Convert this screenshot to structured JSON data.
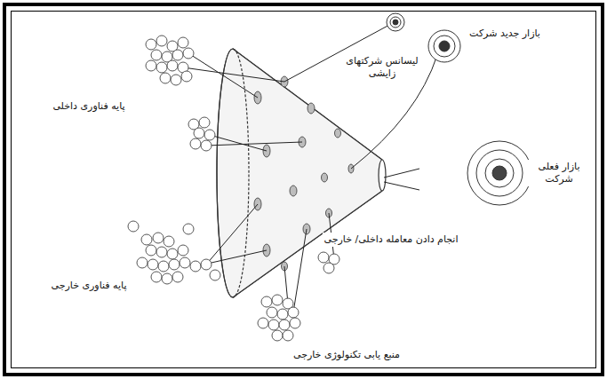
{
  "diagram": {
    "labels": [
      "لیسانس شرکتهای زایشی",
      "بازار جدید شرکت",
      "پایه فناوری داخلی",
      "بازار فعلی شرکت",
      "انجام دادن معامله داخلی/ خارجی",
      "پایه فناوری خارجی",
      "منبع یابی تکنولوژی خارجی"
    ]
  }
}
